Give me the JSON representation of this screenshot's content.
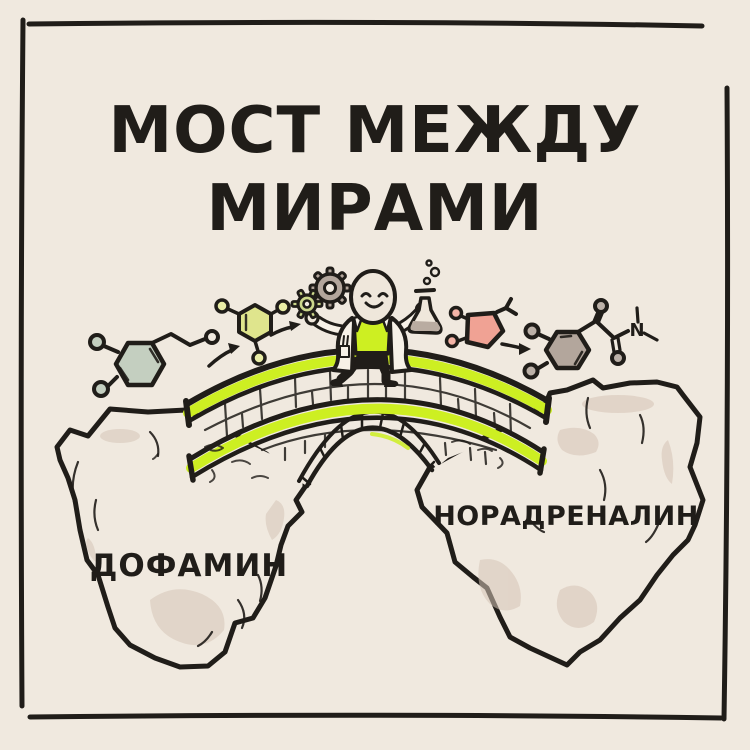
{
  "title": {
    "line1": "МОСТ МЕЖДУ",
    "line2": "МИРАМИ"
  },
  "islands": {
    "left_label": "ДОФАМИН",
    "right_label": "НОРАДРЕНАЛИН"
  },
  "molecules": {
    "nitrogen_label": "N"
  },
  "icons": {
    "left_molecule": "dopamine-skeletal-molecule-icon",
    "middle_molecule": "intermediate-molecule-icon",
    "pink_molecule": "enzyme-intermediate-molecule-icon",
    "right_molecule": "noradrenaline-skeletal-molecule-icon",
    "arrows": "reaction-arrow-icon",
    "gears": "gear-icon",
    "flask": "erlenmeyer-flask-icon",
    "figure": "scientist-figure",
    "bridge": "stone-arch-bridge"
  },
  "colors": {
    "background": "#f0e9df",
    "ink": "#201d19",
    "chartreuse": "#cdef22",
    "coat": "#f7f1e7",
    "head_fill": "#efe7db",
    "sage": "#c4cfc0",
    "yellow_green": "#dfe58d",
    "yellow_green_light": "#e9eda6",
    "salmon": "#f0a294",
    "salmon_light": "#f4b4a7",
    "taupe": "#b3a69c",
    "taupe_light": "#bcb1a8",
    "rock_shadow": "#d6c4b6",
    "gear_green": "#ccd88b",
    "flask_liquid": "#b9aca1"
  }
}
